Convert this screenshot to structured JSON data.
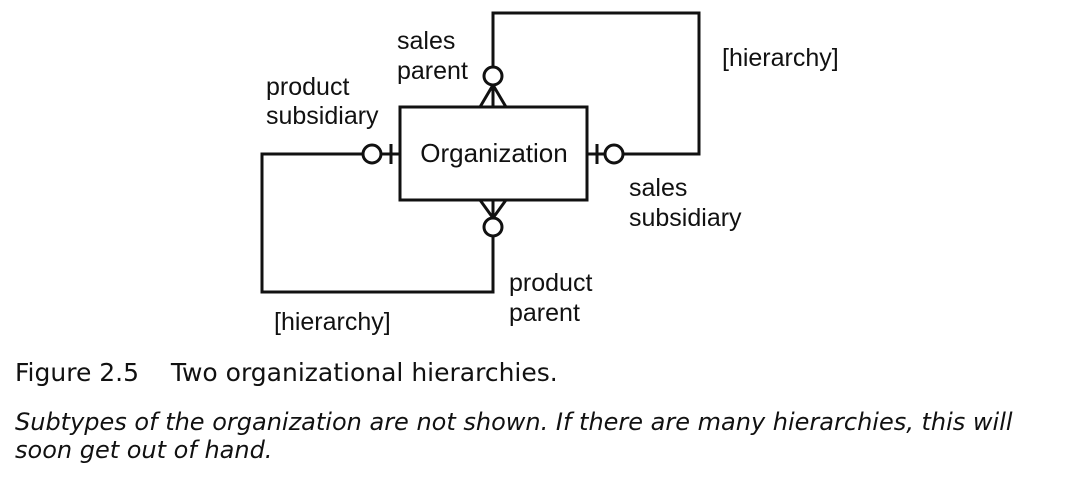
{
  "diagram": {
    "entity": "Organization",
    "labels": {
      "sales_parent": [
        "sales",
        "parent"
      ],
      "product_subsidiary": [
        "product",
        "subsidiary"
      ],
      "hierarchy_top": "[hierarchy]",
      "sales_subsidiary": [
        "sales",
        "subsidiary"
      ],
      "product_parent": [
        "product",
        "parent"
      ],
      "hierarchy_bottom": "[hierarchy]"
    }
  },
  "caption": {
    "number": "Figure 2.5",
    "title": "Two organizational hierarchies."
  },
  "note": "Subtypes of the organization are not shown. If there are many hierarchies, this will soon get out of hand."
}
